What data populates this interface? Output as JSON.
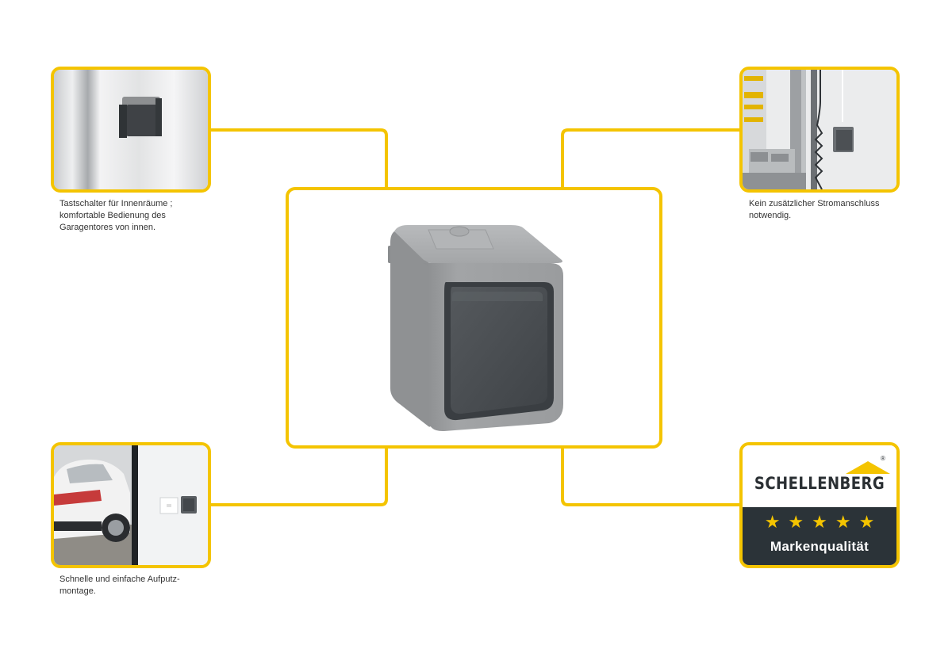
{
  "center": {
    "product": "switch-image"
  },
  "features": [
    {
      "caption": [
        "Tastschalter für Innenräume ;",
        "komfortable Bedienung des",
        "Garagentores von innen."
      ]
    },
    {
      "caption": [
        "Kein zusätzlicher Stromanschluss",
        "notwendig."
      ]
    },
    {
      "caption": [
        "Schnelle und einfache Aufputz-",
        "montage."
      ]
    }
  ],
  "badge": {
    "brand": "SCHELLENBERG",
    "registered": "®",
    "stars": "★★★★★",
    "slogan": "Markenqualität"
  },
  "colors": {
    "accent": "#f4c400",
    "dark": "#2b3338",
    "text": "#333333"
  }
}
